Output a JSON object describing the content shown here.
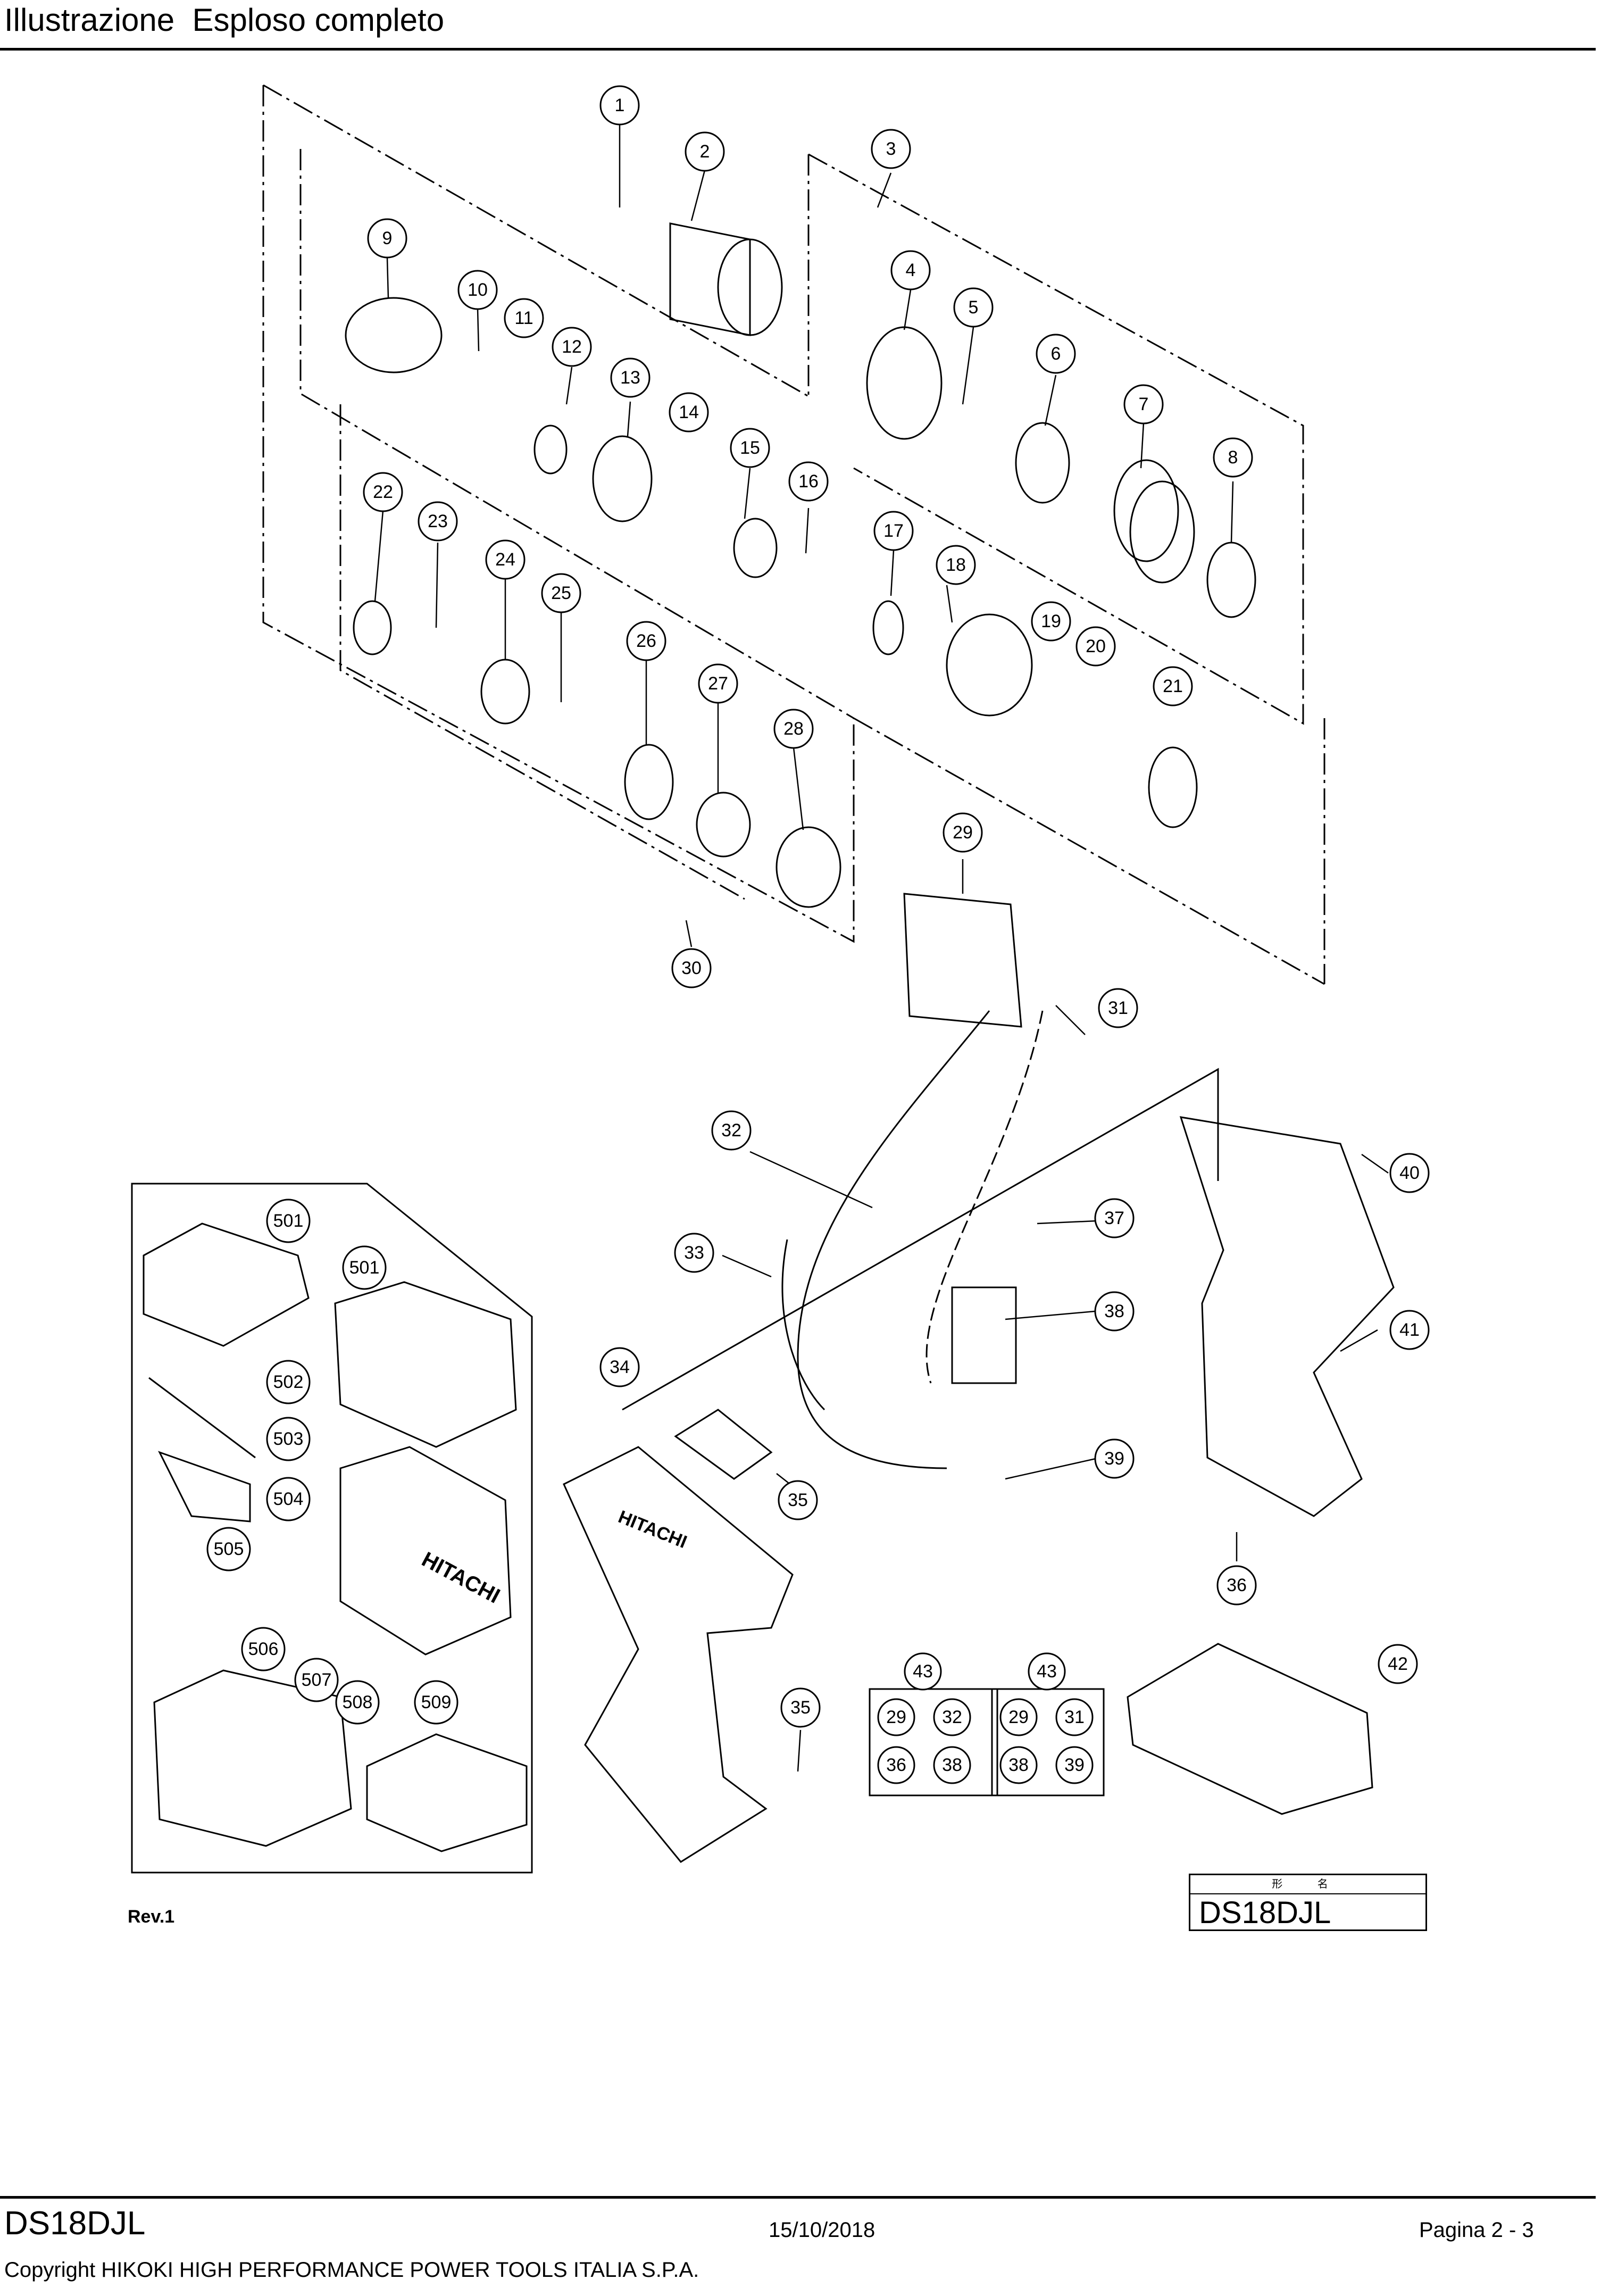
{
  "header": {
    "title": "Illustrazione  Esploso completo"
  },
  "diagram": {
    "callouts": [
      "1",
      "2",
      "3",
      "4",
      "5",
      "6",
      "7",
      "8",
      "9",
      "10",
      "11",
      "12",
      "13",
      "14",
      "15",
      "16",
      "17",
      "18",
      "19",
      "20",
      "21",
      "22",
      "23",
      "24",
      "25",
      "26",
      "27",
      "28",
      "29",
      "30",
      "31",
      "32",
      "33",
      "34",
      "35",
      "35",
      "36",
      "37",
      "38",
      "39",
      "40",
      "41",
      "42",
      "501",
      "501",
      "502",
      "503",
      "504",
      "505",
      "506",
      "507",
      "508",
      "509"
    ],
    "kits": [
      {
        "label": "43",
        "cells": [
          "29",
          "32",
          "36",
          "38"
        ]
      },
      {
        "label": "43",
        "cells": [
          "29",
          "31",
          "38",
          "39"
        ]
      }
    ],
    "product_brand": "HITACHI"
  },
  "revision": "Rev.1",
  "model_box": {
    "caption": "形 名",
    "model": "DS18DJL"
  },
  "footer": {
    "model": "DS18DJL",
    "date": "15/10/2018",
    "page": "Pagina 2 - 3",
    "copyright": "Copyright HIKOKI HIGH PERFORMANCE POWER TOOLS ITALIA S.P.A."
  }
}
